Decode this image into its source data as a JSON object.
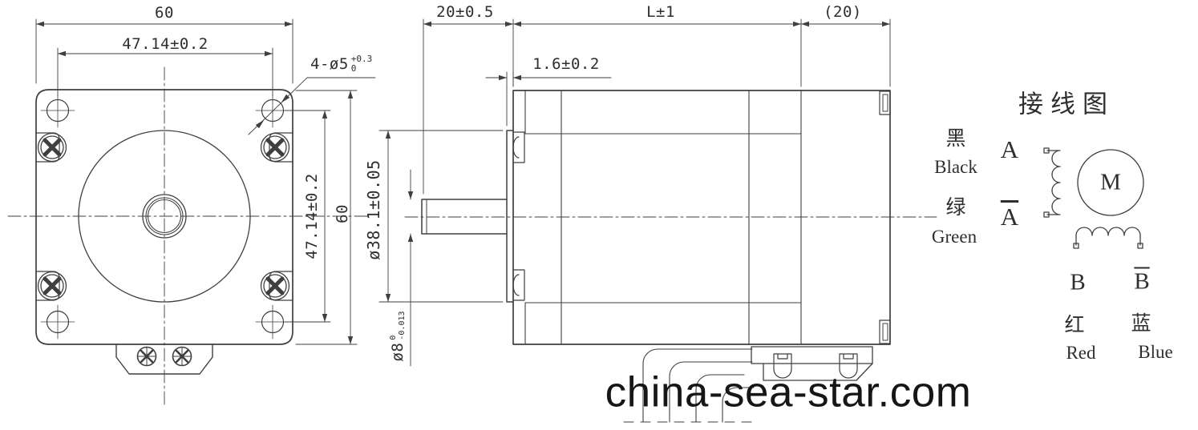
{
  "front_view": {
    "dim_width_top": "60",
    "dim_holes_top": "47.14±0.2",
    "hole_callout": {
      "base": "4-ø5",
      "sup": "+0.3",
      "sub": "0"
    },
    "dim_holes_right": "47.14±0.2",
    "dim_height_right": "60"
  },
  "side_view": {
    "dim_shaft_len": "20±0.5",
    "dim_body_len": "L±1",
    "dim_rear_len": "(20)",
    "dim_pilot_thk": "1.6±0.2",
    "dim_pilot_dia": "ø38.1±0.05",
    "shaft_dia": {
      "base": "ø8",
      "sup": "0",
      "sub": "-0.013"
    }
  },
  "wiring": {
    "title": "接线图",
    "motor_label": "M",
    "lead_a": {
      "cn": "黑",
      "en": "Black",
      "label": "A"
    },
    "lead_a_bar": {
      "cn": "绿",
      "en": "Green",
      "label": "A"
    },
    "lead_b": {
      "label": "B",
      "cn": "红",
      "en": "Red"
    },
    "lead_b_bar": {
      "label": "B",
      "cn": "蓝",
      "en": "Blue"
    }
  },
  "watermark": {
    "text": "china-sea-star.com"
  },
  "colors": {
    "line": "#3f3f3f",
    "text": "#2e2e2e",
    "watermark": "#161616",
    "background": "#ffffff"
  }
}
